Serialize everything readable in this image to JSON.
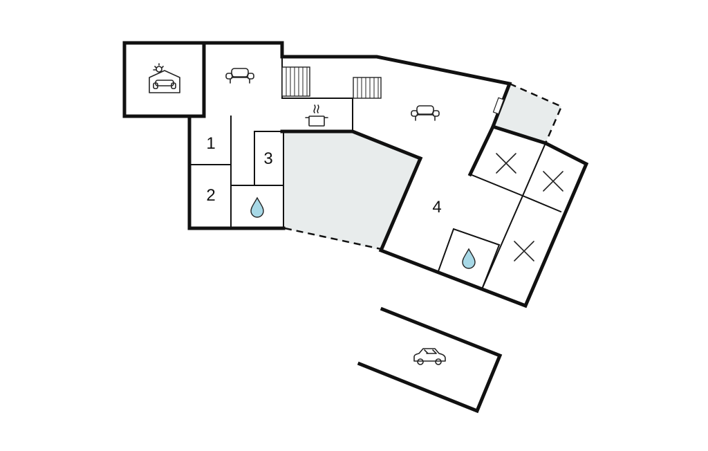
{
  "colors": {
    "wall": "#111111",
    "terrace": "#e8ecec",
    "water": "#a7d8e6",
    "background": "#ffffff"
  },
  "rooms": [
    {
      "id": "bedroom-1",
      "number": "1"
    },
    {
      "id": "bedroom-2",
      "number": "2"
    },
    {
      "id": "bedroom-3",
      "number": "3"
    },
    {
      "id": "bedroom-4",
      "number": "4"
    }
  ],
  "icons": [
    {
      "id": "winter-garden",
      "name": "sofa-sun-icon"
    },
    {
      "id": "living-room",
      "name": "sofa-icon"
    },
    {
      "id": "main-living",
      "name": "sofa-icon"
    },
    {
      "id": "kitchen",
      "name": "cooking-pot-icon"
    },
    {
      "id": "bathroom-1",
      "name": "water-drop-icon"
    },
    {
      "id": "bathroom-2",
      "name": "water-drop-icon"
    },
    {
      "id": "storage",
      "name": "x-mark-icon"
    },
    {
      "id": "garage",
      "name": "car-icon"
    }
  ]
}
